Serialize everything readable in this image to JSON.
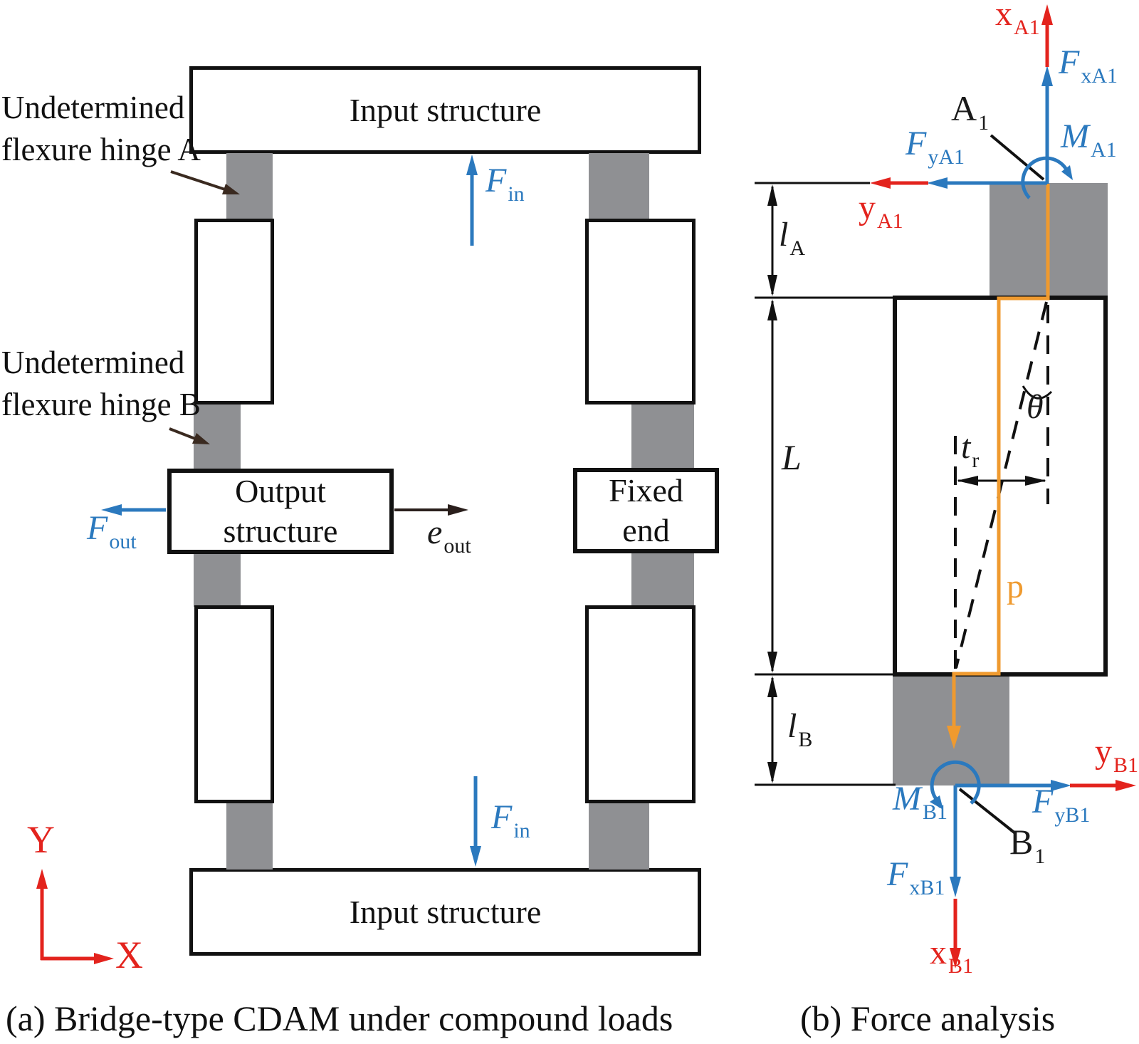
{
  "caption_a": "(a) Bridge-type CDAM under compound loads",
  "caption_b": "(b) Force analysis",
  "colors": {
    "blue": "#2b79be",
    "red": "#e3231d",
    "orange": "#ef9a2f",
    "hinge_gray": "#8f9093",
    "ink": "#111111",
    "note_arrow": "#3a2a20"
  },
  "a": {
    "input_top": "Input structure",
    "input_bottom": "Input structure",
    "output1": "Output",
    "output2": "structure",
    "fixed1": "Fixed",
    "fixed2": "end",
    "note_a1": "Undetermined",
    "note_a2": "flexure hinge A",
    "note_b1": "Undetermined",
    "note_b2": "flexure hinge B",
    "fin_top": {
      "base": "F",
      "sub": "in"
    },
    "fin_bottom": {
      "base": "F",
      "sub": "in"
    },
    "fout": {
      "base": "F",
      "sub": "out"
    },
    "eout": {
      "base": "e",
      "sub": "out"
    },
    "axis_y": "Y",
    "axis_x": "X"
  },
  "b": {
    "x_a1": {
      "base": "x",
      "sub": "A1"
    },
    "f_xa1": {
      "base": "F",
      "sub": "xA1"
    },
    "a1": {
      "base": "A",
      "sub": "1"
    },
    "m_a1": {
      "base": "M",
      "sub": "A1"
    },
    "f_ya1": {
      "base": "F",
      "sub": "yA1"
    },
    "y_a1": {
      "base": "y",
      "sub": "A1"
    },
    "l_a": {
      "base": "l",
      "sub": "A"
    },
    "len": {
      "base": "L",
      "sub": ""
    },
    "theta": {
      "base": "θ",
      "sub": ""
    },
    "t_r": {
      "base": "t",
      "sub": "r"
    },
    "p": {
      "base": "p",
      "sub": ""
    },
    "l_b": {
      "base": "l",
      "sub": "B"
    },
    "m_b1": {
      "base": "M",
      "sub": "B1"
    },
    "f_yb1": {
      "base": "F",
      "sub": "yB1"
    },
    "y_b1": {
      "base": "y",
      "sub": "B1"
    },
    "b1": {
      "base": "B",
      "sub": "1"
    },
    "f_xb1": {
      "base": "F",
      "sub": "xB1"
    },
    "x_b1": {
      "base": "x",
      "sub": "B1"
    }
  }
}
